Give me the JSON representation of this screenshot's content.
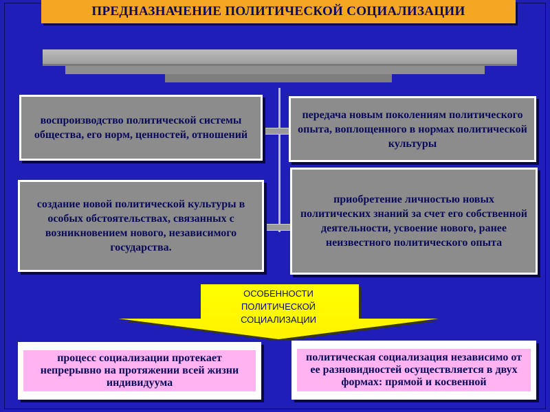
{
  "title": "ПРЕДНАЗНАЧЕНИЕ ПОЛИТИЧЕСКОЙ СОЦИАЛИЗАЦИИ",
  "boxes": {
    "top_left": "воспроизводство политической системы общества, его норм, ценностей, отношений",
    "top_right": "передача новым поколениям политического опыта, воплощенного в нормах политической культуры",
    "mid_left": "создание новой политической культуры в особых обстоятельствах, связанных с возникновением нового, независимого государства.",
    "mid_right": "приобретение личностью новых политических знаний за счет его собственной деятельности, усвоение нового, ранее неизвестного политического опыта"
  },
  "arrow_label": "ОСОБЕННОСТИ ПОЛИТИЧЕСКОЙ СОЦИАЛИЗАЦИИ",
  "bottom": {
    "left": "процесс социализации протекает непрерывно на протяжении всей жизни индивидуума",
    "right": "политическая социализация независимо от ее разновидностей осуществляется в двух формах: прямой и косвенной"
  },
  "colors": {
    "background": "#1f1fb8",
    "title_bar": "#f5a623",
    "box_fill": "#8c8c8c",
    "arrow_fill": "#ffff00",
    "pink": "#ffb3f0",
    "text": "#0a0a5a"
  }
}
